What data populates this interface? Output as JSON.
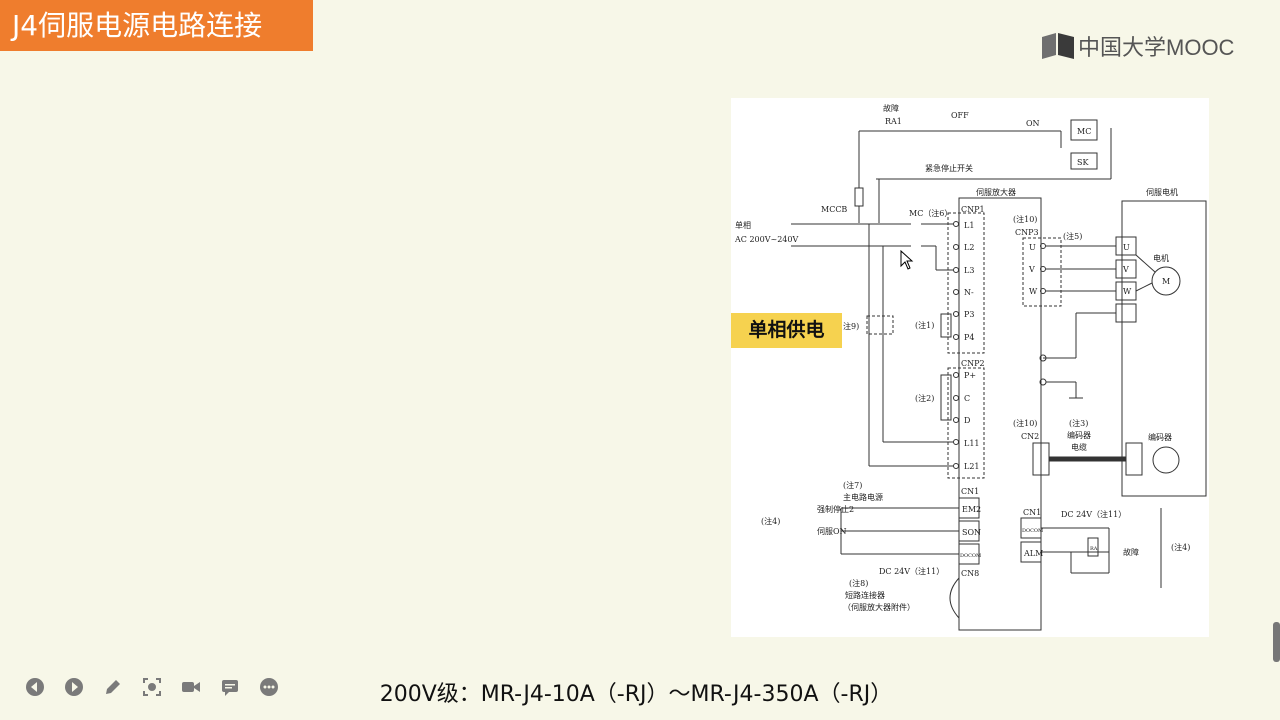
{
  "title": "J4伺服电源电路连接",
  "logo": {
    "text": "中国大学MOOC"
  },
  "callout": "单相供电",
  "caption": "200V级：MR-J4-10A（-RJ）～MR-J4-350A（-RJ）",
  "diagram": {
    "fault_top": "故障",
    "ra1": "RA1",
    "off": "OFF",
    "on": "ON",
    "mc": "MC",
    "sk": "SK",
    "estop": "紧急停止开关",
    "amp_title": "伺服放大器",
    "motor_title": "伺服电机",
    "single_phase": "单相",
    "ac_range": "AC 200V~240V",
    "mccb": "MCCB",
    "mc_note6": "MC（注6）",
    "cnp1": "CNP1",
    "l1": "L1",
    "l2": "L2",
    "l3": "L3",
    "n": "N-",
    "p3": "P3",
    "p4": "P4",
    "note1": "(注1)",
    "note9": "注9)",
    "cnp2": "CNP2",
    "pplus": "P+",
    "c": "C",
    "d": "D",
    "l11": "L11",
    "l21": "L21",
    "note2": "(注2)",
    "note10a": "(注10)",
    "cnp3": "CNP3",
    "note5": "(注5)",
    "u": "U",
    "v": "V",
    "w": "W",
    "motor_label": "电机",
    "m": "M",
    "note10b": "(注10)",
    "cn2": "CN2",
    "note3": "(注3)",
    "encoder_cable1": "编码器",
    "encoder_cable2": "电缆",
    "encoder": "编码器",
    "cn1a": "CN1",
    "note7": "(注7)",
    "main_power": "主电路电源",
    "forced_stop": "强制停止2",
    "servo_on": "伺服ON",
    "note4a": "(注4)",
    "em2": "EM2",
    "son": "SON",
    "docom": "DOCOM",
    "dc24a": "DC 24V（注11）",
    "cn8": "CN8",
    "note8": "(注8)",
    "short_conn": "短路连接器",
    "amp_acc": "（伺服放大器附件）",
    "cn1b": "CN1",
    "dc24b": "DC 24V（注11）",
    "docom2": "DOCOM",
    "alm": "ALM",
    "ra": "RA",
    "fault_right": "故障",
    "note4b": "(注4)"
  }
}
